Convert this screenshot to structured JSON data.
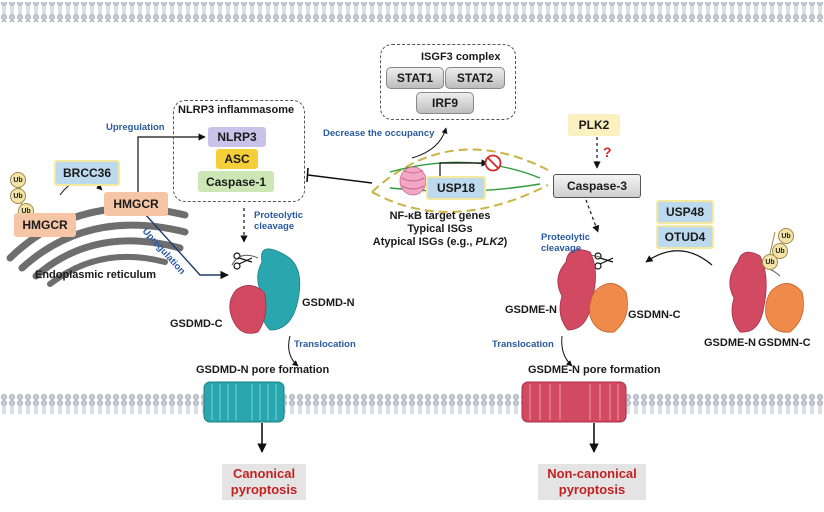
{
  "er": {
    "hmgcr": "HMGCR",
    "brcc36": "BRCC36",
    "hmgcr2": "HMGCR",
    "label": "Endoplasmic reticulum",
    "ub": "Ub"
  },
  "inflammasome": {
    "title": "NLRP3 inflammasome",
    "nlrp3": "NLRP3",
    "asc": "ASC",
    "caspase1": "Caspase-1"
  },
  "labels": {
    "upregulation1": "Upregulation",
    "upregulation2": "Upregulation",
    "decrease": "Decrease the occupancy",
    "proteolytic1": "Proteolytic\ncleavage",
    "proteolytic2": "Proteolytic\ncleavage",
    "translocation1": "Translocation",
    "translocation2": "Translocation",
    "question": "?"
  },
  "isgf3": {
    "title": "ISGF3 complex",
    "stat1": "STAT1",
    "stat2": "STAT2",
    "irf9": "IRF9"
  },
  "usp18": {
    "name": "USP18",
    "line1": "NF-κB target genes",
    "line2": "Typical ISGs",
    "line3_prefix": "Atypical ISGs (e.g., ",
    "line3_italic": "PLK2",
    "line3_suffix": ")"
  },
  "right": {
    "plk2": "PLK2",
    "caspase3": "Caspase-3",
    "usp48": "USP48",
    "otud4": "OTUD4"
  },
  "gsdmd": {
    "n": "GSDMD-N",
    "c": "GSDMD-C",
    "pore": "GSDMD-N pore formation"
  },
  "gsdme": {
    "n": "GSDME-N",
    "c": "GSDMN-C",
    "pore": "GSDME-N pore formation",
    "n2": "GSDME-N",
    "c2": "GSDMN-C"
  },
  "outcomes": {
    "canonical": "Canonical\npyroptosis",
    "noncanonical": "Non-canonical\npyroptosis"
  },
  "colors": {
    "hmgcr": "#f6c5a6",
    "brcc36": "#bcd9ee",
    "nlrp3": "#c9c3ea",
    "asc": "#f5cf3a",
    "caspase": "#cde6b6",
    "plk2": "#fbf0bf",
    "teal": "#2aa7ae",
    "crimson": "#d24a62",
    "orange": "#f08a4b",
    "outcome": "#c42121"
  }
}
